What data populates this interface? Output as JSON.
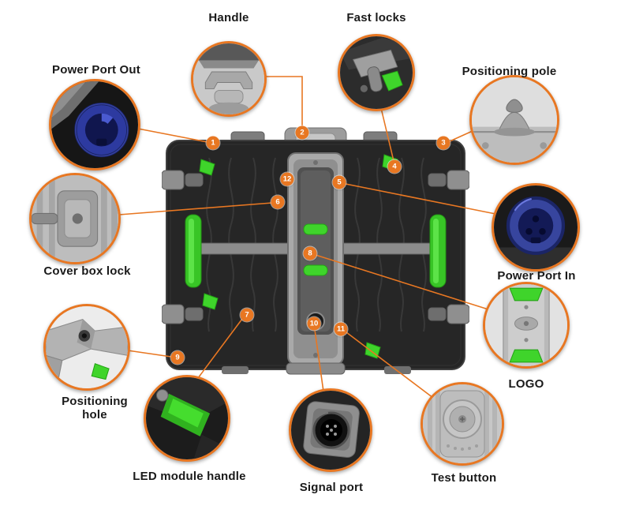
{
  "diagram": {
    "subject": "LED display cabinet rear panel parts callout diagram"
  },
  "colors": {
    "accent": "#E87722",
    "label_text": "#1A1A1A",
    "marker_text": "#FFFFFF",
    "panel_body": "#262626",
    "green_part": "#3FD42B",
    "power_connector_blue": "#3344A8",
    "background": "#FFFFFF"
  },
  "labels": {
    "handle": "Handle",
    "fast_locks": "Fast locks",
    "power_port_out": "Power Port Out",
    "positioning_pole": "Positioning pole",
    "cover_box_lock": "Cover box lock",
    "power_port_in": "Power Port In",
    "logo": "LOGO",
    "positioning_hole": "Positioning hole",
    "led_module_handle": "LED module handle",
    "signal_port": "Signal port",
    "test_button": "Test button"
  },
  "markers": [
    "1",
    "2",
    "3",
    "4",
    "5",
    "6",
    "7",
    "8",
    "9",
    "10",
    "11",
    "12"
  ]
}
